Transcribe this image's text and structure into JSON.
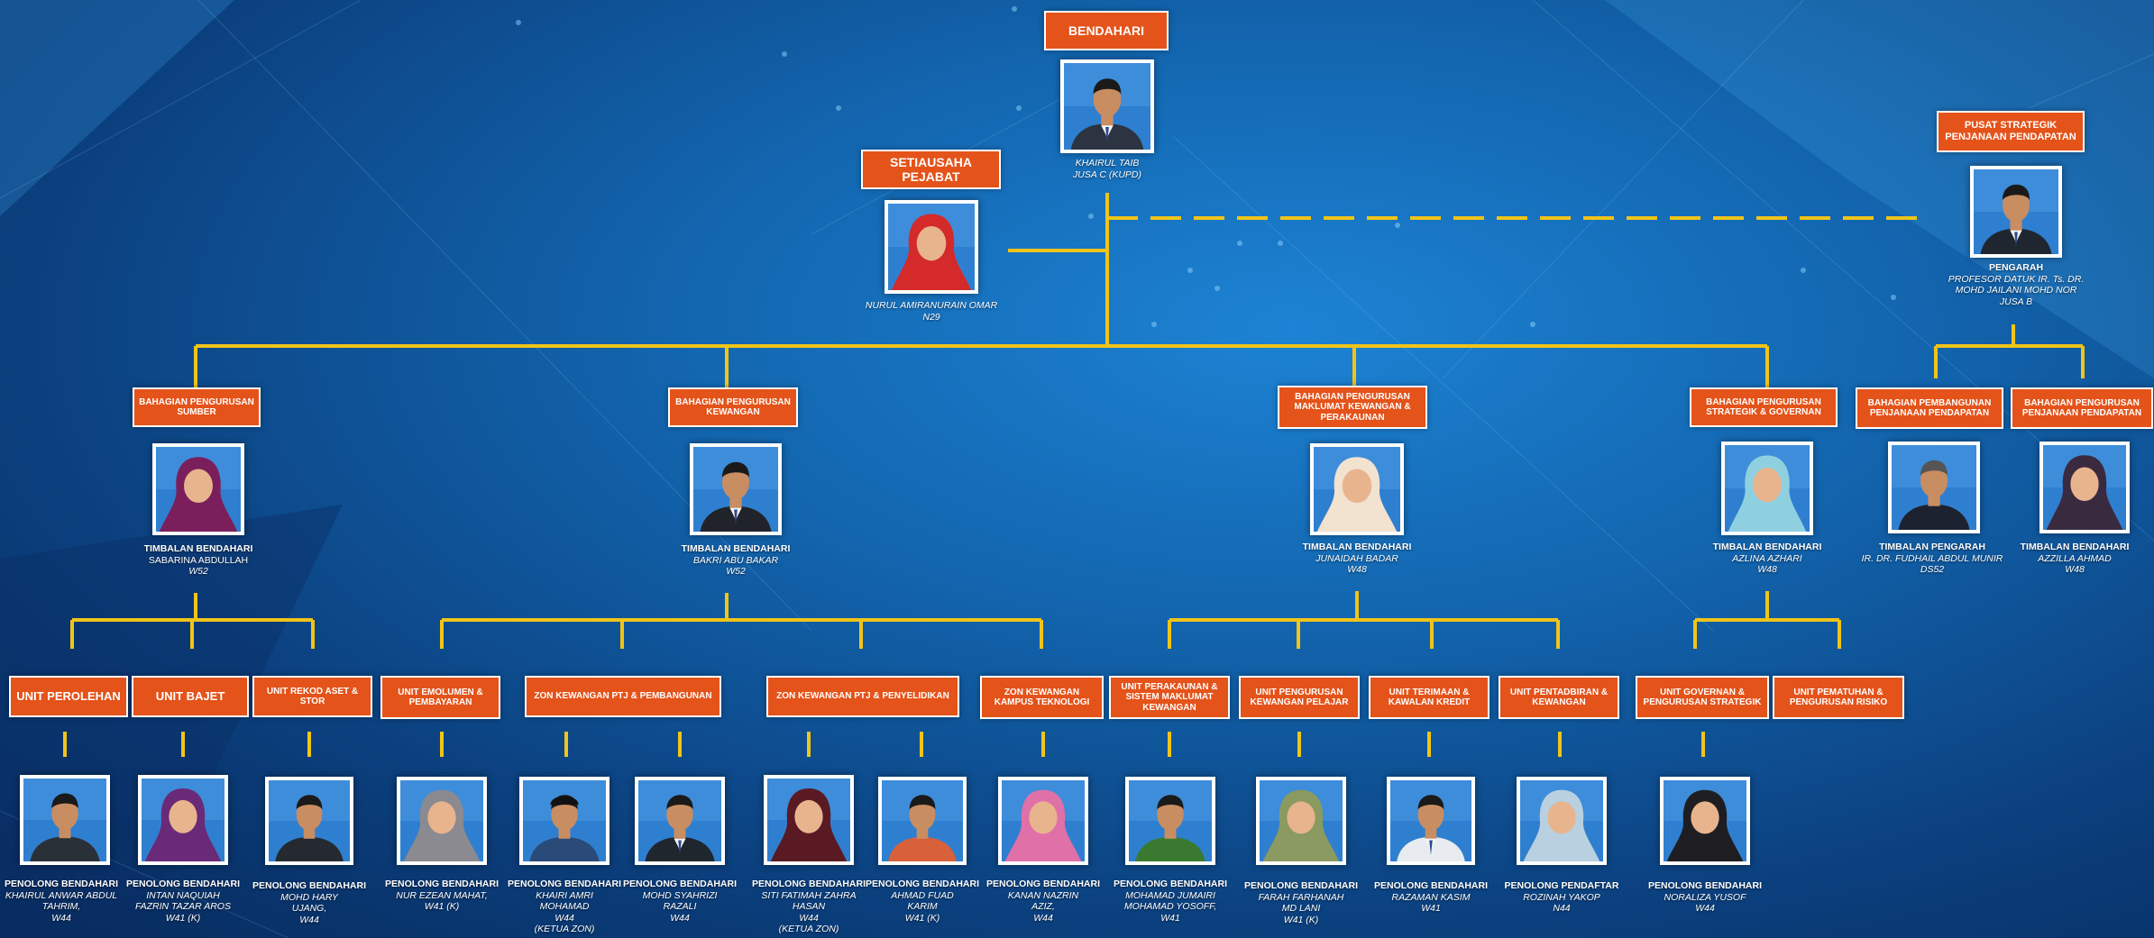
{
  "colors": {
    "box": "#e4531a",
    "line": "#f0c419",
    "photo_frame": "#ffffff"
  },
  "top": {
    "head_box": "BENDAHARI",
    "head": {
      "name": "KHAIRUL TAIB",
      "grade": "JUSA C (KUPD)"
    },
    "secretary_box": "SETIAUSAHA PEJABAT",
    "secretary": {
      "name": "NURUL AMIRANURAIN OMAR",
      "grade": "N29"
    },
    "pusat_box": "PUSAT STRATEGIK PENJANAAN PENDAPATAN",
    "pusat": {
      "title": "PENGARAH",
      "name": "PROFESOR DATUK IR. Ts. DR. MOHD JAILANI MOHD NOR",
      "grade": "JUSA B"
    }
  },
  "divisions": [
    {
      "box": "BAHAGIAN PENGURUSAN SUMBER",
      "title": "TIMBALAN BENDAHARI",
      "name": "SABARINA ABDULLAH",
      "grade": "W52"
    },
    {
      "box": "BAHAGIAN PENGURUSAN KEWANGAN",
      "title": "TIMBALAN BENDAHARI",
      "name": "BAKRI ABU BAKAR",
      "grade": "W52"
    },
    {
      "box": "BAHAGIAN PENGURUSAN MAKLUMAT KEWANGAN & PERAKAUNAN",
      "title": "TIMBALAN BENDAHARI",
      "name": "JUNAIDAH BADAR",
      "grade": "W48"
    },
    {
      "box": "BAHAGIAN PENGURUSAN STRATEGIK & GOVERNAN",
      "title": "TIMBALAN BENDAHARI",
      "name": "AZLINA AZHARI",
      "grade": "W48"
    },
    {
      "box": "BAHAGIAN PEMBANGUNAN PENJANAAN PENDAPATAN",
      "title": "TIMBALAN PENGARAH",
      "name": "IR. DR. FUDHAIL ABDUL MUNIR",
      "grade": "DS52"
    },
    {
      "box": "BAHAGIAN PENGURUSAN PENJANAAN PENDAPATAN",
      "title": "TIMBALAN BENDAHARI",
      "name": "AZZILLA AHMAD",
      "grade": "W48"
    }
  ],
  "units": [
    "UNIT PEROLEHAN",
    "UNIT BAJET",
    "UNIT REKOD ASET & STOR",
    "UNIT EMOLUMEN & PEMBAYARAN",
    "ZON KEWANGAN PTJ & PEMBANGUNAN",
    "ZON KEWANGAN PTJ & PENYELIDIKAN",
    "ZON KEWANGAN KAMPUS TEKNOLOGI",
    "UNIT PERAKAUNAN & SISTEM MAKLUMAT KEWANGAN",
    "UNIT PENGURUSAN KEWANGAN PELAJAR",
    "UNIT TERIMAAN & KAWALAN KREDIT",
    "UNIT PENTADBIRAN & KEWANGAN",
    "UNIT GOVERNAN & PENGURUSAN STRATEGIK",
    "UNIT PEMATUHAN & PENGURUSAN RISIKO"
  ],
  "staff": [
    {
      "title": "PENOLONG BENDAHARI",
      "name": "KHAIRUL ANWAR ABDUL TAHRIM,",
      "grade": "W44",
      "extra": ""
    },
    {
      "title": "PENOLONG BENDAHARI",
      "name": "INTAN NAQUIAH FAZRIN TAZAR AROS",
      "grade": "W41 (K)",
      "extra": ""
    },
    {
      "title": "PENOLONG BENDAHARI",
      "name": "MOHD HARY UJANG,",
      "grade": "W44",
      "extra": ""
    },
    {
      "title": "PENOLONG BENDAHARI",
      "name": "NUR EZEAN MAHAT,",
      "grade": "W41 (K)",
      "extra": ""
    },
    {
      "title": "PENOLONG BENDAHARI",
      "name": "KHAIRI AMRI MOHAMAD",
      "grade": "W44",
      "extra": "(KETUA ZON)"
    },
    {
      "title": "PENOLONG BENDAHARI",
      "name": "MOHD SYAHRIZI RAZALI",
      "grade": "W44",
      "extra": ""
    },
    {
      "title": "PENOLONG BENDAHARI",
      "name": "SITI FATIMAH ZAHRA HASAN",
      "grade": "W44",
      "extra": "(KETUA ZON)"
    },
    {
      "title": "PENOLONG BENDAHARI",
      "name": "AHMAD FUAD KARIM",
      "grade": "W41 (K)",
      "extra": ""
    },
    {
      "title": "PENOLONG BENDAHARI",
      "name": "KANAN NAZRIN AZIZ,",
      "grade": "W44",
      "extra": ""
    },
    {
      "title": "PENOLONG BENDAHARI",
      "name": "MOHAMAD JUMAIRI MOHAMAD YOSOFF,",
      "grade": "W41",
      "extra": ""
    },
    {
      "title": "PENOLONG BENDAHARI",
      "name": "FARAH FARHANAH MD LANI",
      "grade": "W41 (K)",
      "extra": ""
    },
    {
      "title": "PENOLONG BENDAHARI",
      "name": "RAZAMAN KASIM",
      "grade": "W41",
      "extra": ""
    },
    {
      "title": "PENOLONG PENDAFTAR",
      "name": "ROZINAH YAKOP",
      "grade": "N44",
      "extra": ""
    },
    {
      "title": "PENOLONG BENDAHARI",
      "name": "NORALIZA YUSOF",
      "grade": "W44",
      "extra": ""
    }
  ]
}
